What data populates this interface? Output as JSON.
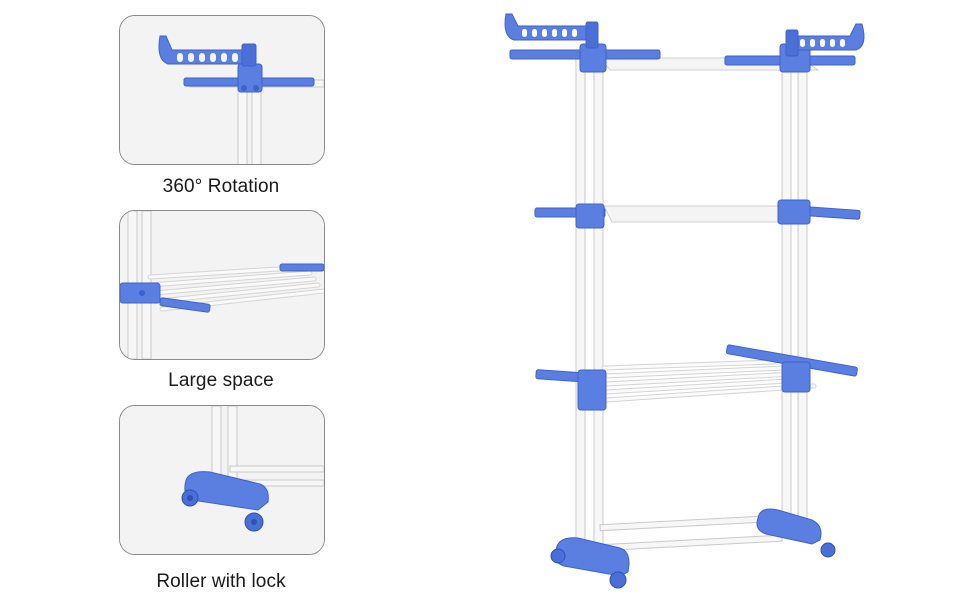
{
  "features": [
    {
      "caption": "360° Rotation"
    },
    {
      "caption": "Large space"
    },
    {
      "caption": "Roller with lock"
    }
  ],
  "colors": {
    "accent_blue": "#5b7fe0",
    "accent_blue_dark": "#3f62c9",
    "tube_white": "#f7f7f7",
    "tube_shade": "#cfcfcf",
    "panel_bg": "#f3f3f3",
    "panel_border": "#8a8a8a"
  }
}
